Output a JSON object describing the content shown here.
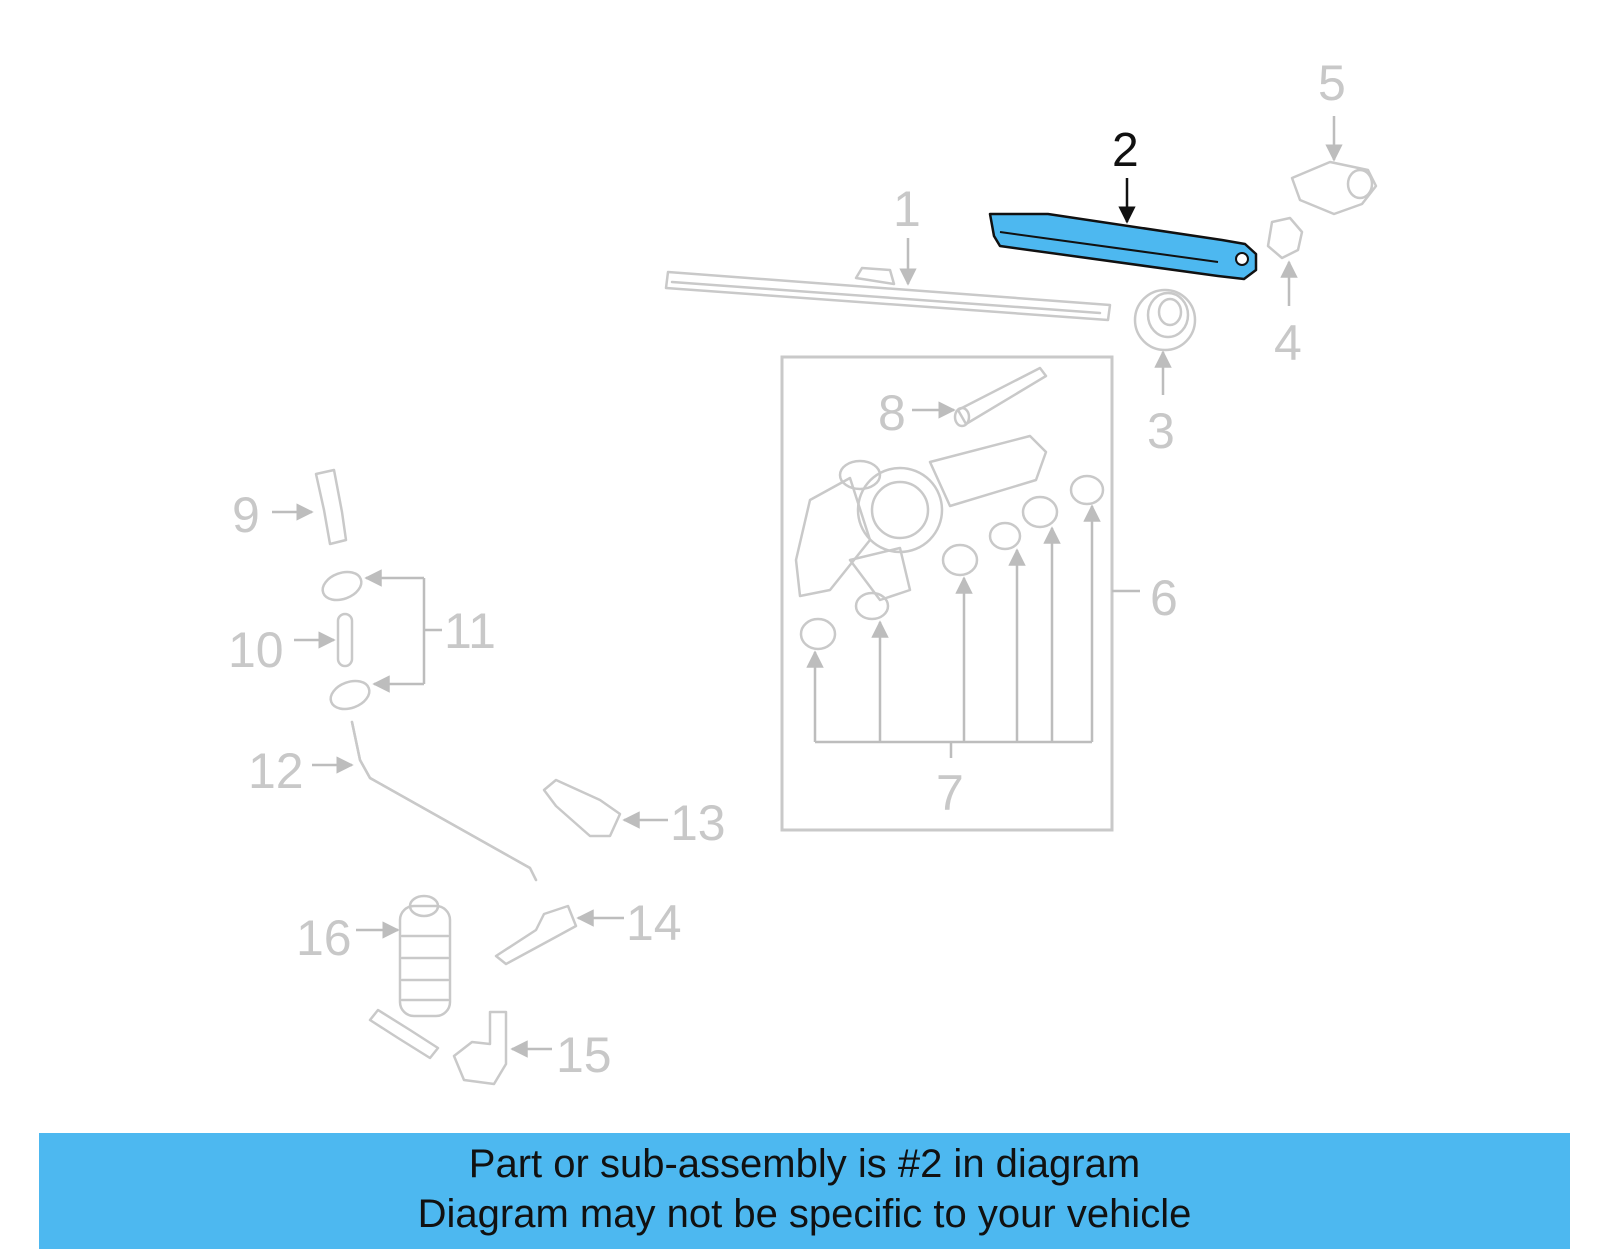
{
  "diagram": {
    "highlight_color": "#4db8f0",
    "highlight_callout": "2",
    "callouts": [
      "1",
      "2",
      "3",
      "4",
      "5",
      "6",
      "7",
      "8",
      "9",
      "10",
      "11",
      "12",
      "13",
      "14",
      "15",
      "16"
    ]
  },
  "banner": {
    "background": "#4db8f0",
    "line1": "Part or sub-assembly is #2 in diagram",
    "line2": "Diagram may not be specific to your vehicle"
  }
}
